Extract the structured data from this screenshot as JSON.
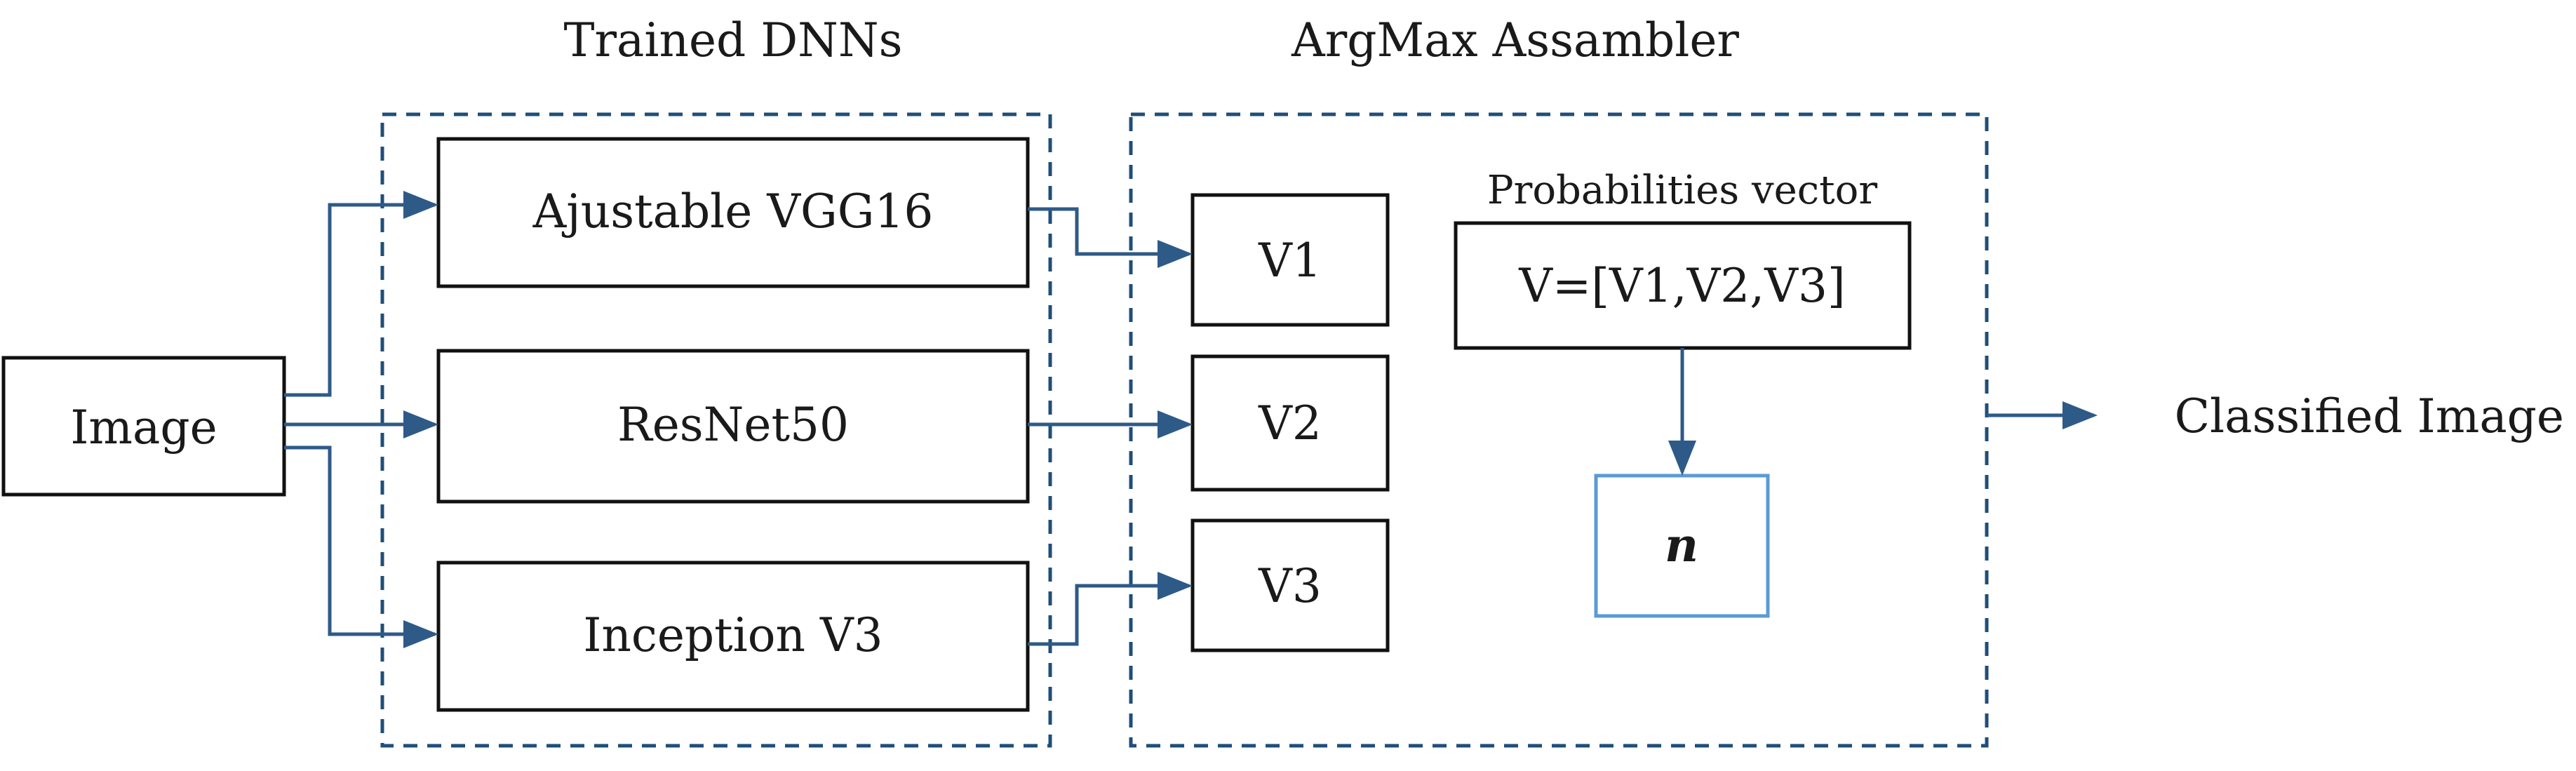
{
  "groups": {
    "trained_dnns": "Trained DNNs",
    "argmax_assembler": "ArgMax Assambler"
  },
  "nodes": {
    "image": "Image",
    "vgg16": "Ajustable VGG16",
    "resnet50": "ResNet50",
    "inception": "Inception V3",
    "v1": "V1",
    "v2": "V2",
    "v3": "V3",
    "prob_title": "Probabilities vector",
    "prob_vector": "V=[V1,V2,V3]",
    "n": "n",
    "output": "Classified Image"
  },
  "colors": {
    "arrow": "#2e5a88",
    "dashed_border": "#1f4e79",
    "n_box_border": "#5b9bd5"
  }
}
